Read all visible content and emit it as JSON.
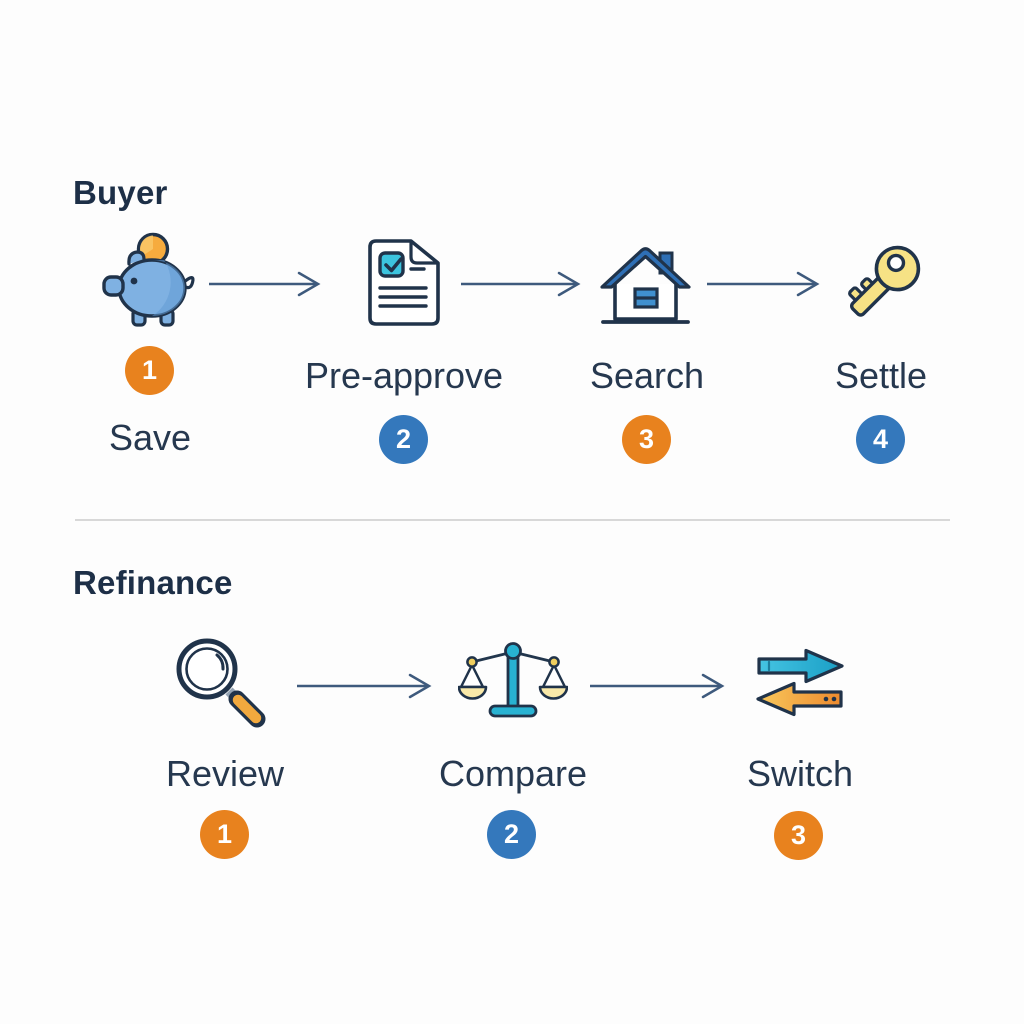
{
  "colors": {
    "background": "#fdfdfd",
    "title_text": "#1d2f47",
    "label_text": "#26384f",
    "badge_orange": "#e8821e",
    "badge_blue": "#3478bc",
    "connector_arrow": "#3e5a7d",
    "divider": "#d8d8d8",
    "icon_outline": "#20334a",
    "piggy_blue": "#7fb1e2",
    "coin_orange": "#f6ab3e",
    "roof_blue": "#2e6fb5",
    "checkbox_teal": "#3cc4de",
    "key_yellow": "#f6e285",
    "handle_orange": "#f2a93e",
    "scale_teal": "#28b2d2",
    "pan_cream": "#f9e9a9",
    "swap_teal": "#2eb4d7",
    "swap_orange_start": "#f9c85c",
    "swap_orange_end": "#ec8a2e"
  },
  "buyer": {
    "title": "Buyer",
    "steps": [
      {
        "label": "Save",
        "number": "1",
        "badge": "orange",
        "icon": "piggy-bank"
      },
      {
        "label": "Pre-approve",
        "number": "2",
        "badge": "blue",
        "icon": "approved-document"
      },
      {
        "label": "Search",
        "number": "3",
        "badge": "orange",
        "icon": "house"
      },
      {
        "label": "Settle",
        "number": "4",
        "badge": "blue",
        "icon": "key"
      }
    ]
  },
  "refinance": {
    "title": "Refinance",
    "steps": [
      {
        "label": "Review",
        "number": "1",
        "badge": "orange",
        "icon": "magnifying-glass"
      },
      {
        "label": "Compare",
        "number": "2",
        "badge": "blue",
        "icon": "balance-scale"
      },
      {
        "label": "Switch",
        "number": "3",
        "badge": "orange",
        "icon": "swap-arrows"
      }
    ]
  }
}
